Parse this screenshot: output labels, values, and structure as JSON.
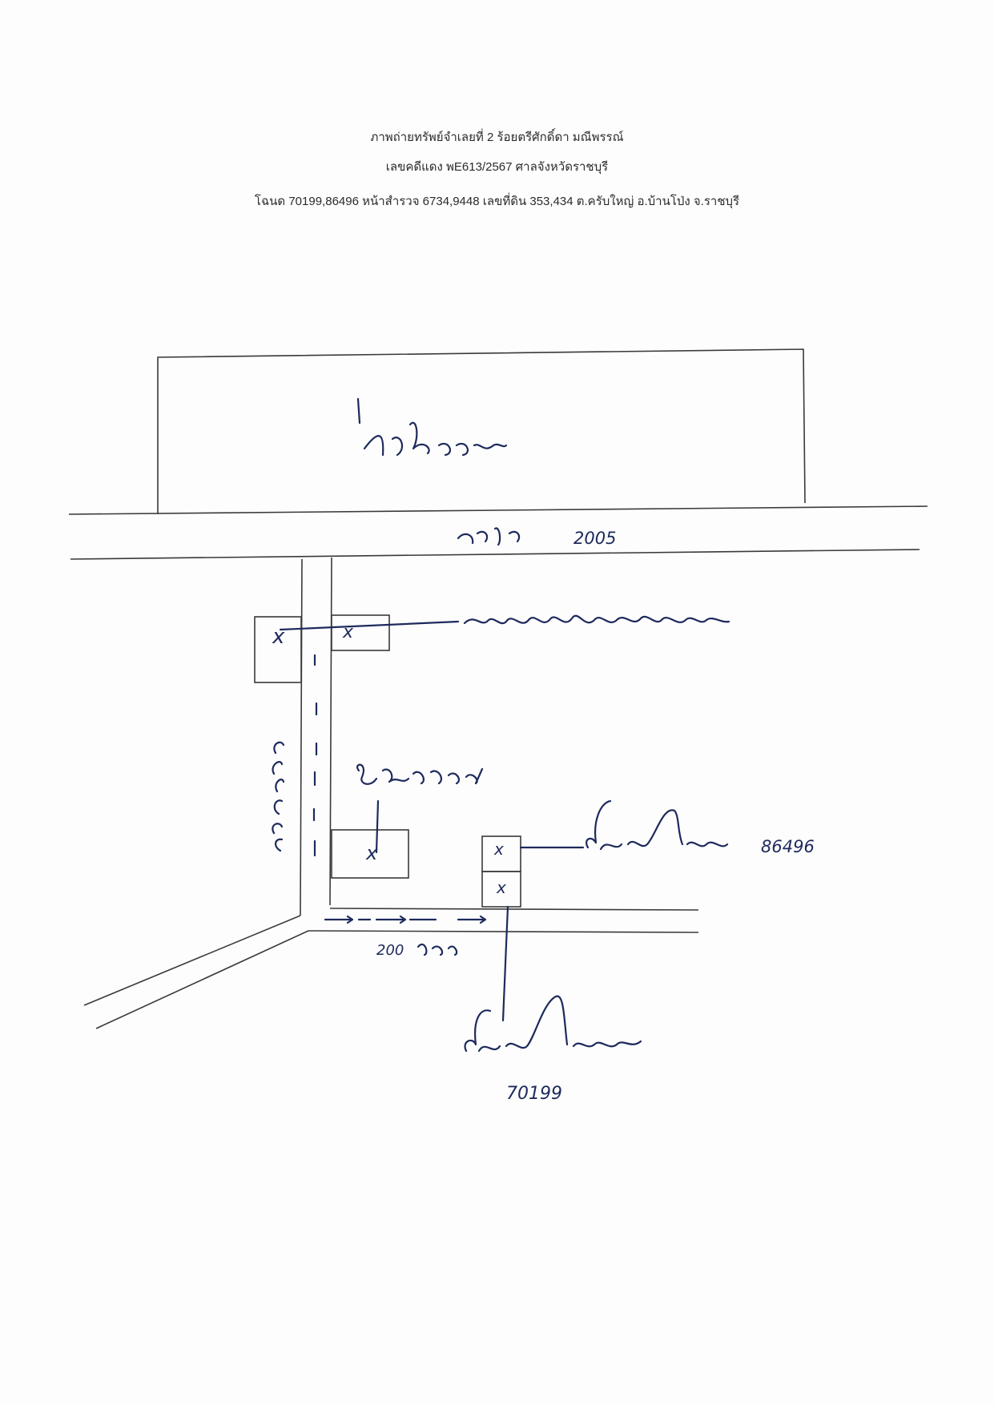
{
  "header": {
    "line1": "ภาพถ่ายทรัพย์จำเลยที่ 2 ร้อยตรีศักดิ์ดา มณีพรรณ์",
    "line2": "เลขคดีแดง พE613/2567 ศาลจังหวัดราชบุรี",
    "line3": "โฉนด 70199,86496 หน้าสำรวจ 6734,9448 เลขที่ดิน 353,434 ต.ครับใหญ่ อ.บ้านโป่ง จ.ราชบุรี"
  },
  "map": {
    "road_number": "2005",
    "distance_horizontal": "200",
    "deed_a": "86496",
    "deed_b": "70199",
    "marker_symbol": "x"
  }
}
